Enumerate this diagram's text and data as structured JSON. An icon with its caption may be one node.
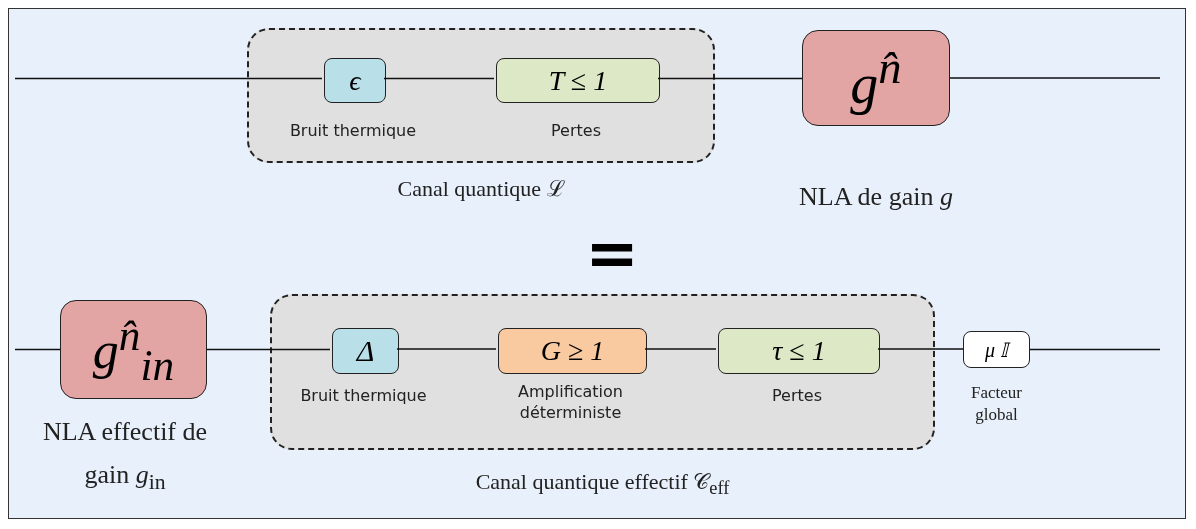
{
  "diagram": {
    "nodes": [
      {
        "text": [
          "Canal quantique ℒ"
        ]
      },
      {
        "text": [
          "ϵ"
        ],
        "in": 0,
        "beside": [
          "Bruit thermique"
        ]
      },
      {
        "text": [
          "T ≤ 1"
        ],
        "in": 0,
        "beside": [
          "Pertes"
        ]
      },
      {
        "text": [
          "g$^{n̂}$"
        ],
        "beside": [
          "NLA de gain *g*"
        ]
      },
      {
        "text": [
          "Canal quantique effectif 𝒞$_{eff}$"
        ]
      },
      {
        "text": [
          "g$^{n̂}$$_{in}$"
        ],
        "beside": [
          "NLA effectif de gain *g*$_{in}$"
        ]
      },
      {
        "text": [
          "Δ"
        ],
        "in": 4,
        "beside": [
          "Bruit thermique"
        ]
      },
      {
        "text": [
          "G ≥ 1"
        ],
        "in": 4,
        "beside": [
          "Amplification déterministe"
        ]
      },
      {
        "text": [
          "τ ≤ 1"
        ],
        "in": 4,
        "beside": [
          "Pertes"
        ]
      },
      {
        "text": [
          "μ 𝕀"
        ],
        "beside": [
          "Facteur global"
        ]
      }
    ],
    "edges": [
      {
        "from": null,
        "to": 1,
        "arrow": "none"
      },
      {
        "from": 1,
        "to": 2,
        "arrow": "none"
      },
      {
        "from": 2,
        "to": 3,
        "arrow": "none"
      },
      {
        "from": 3,
        "to": null,
        "arrow": "none"
      },
      {
        "from": null,
        "to": 5,
        "arrow": "none"
      },
      {
        "from": 5,
        "to": 6,
        "arrow": "none"
      },
      {
        "from": 6,
        "to": 7,
        "arrow": "none"
      },
      {
        "from": 7,
        "to": 8,
        "arrow": "none"
      },
      {
        "from": 8,
        "to": 9,
        "arrow": "none"
      },
      {
        "from": 9,
        "to": null,
        "arrow": "none"
      }
    ],
    "labels": [
      "="
    ]
  }
}
